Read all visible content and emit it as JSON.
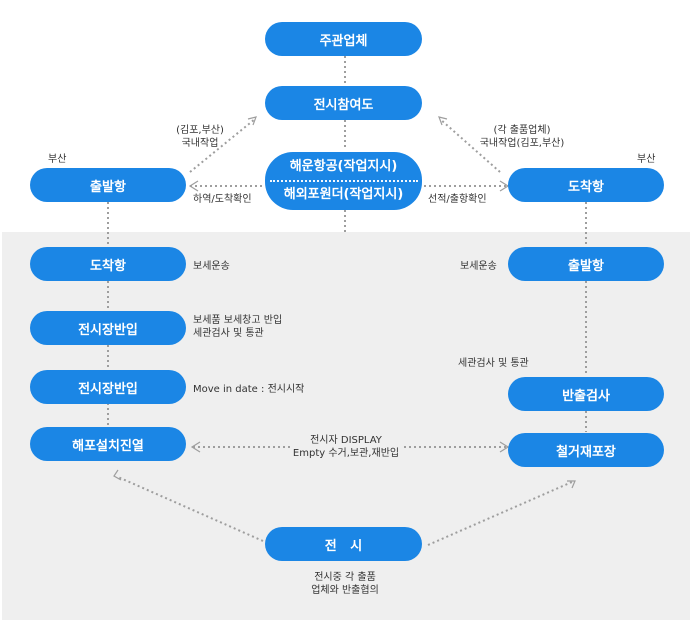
{
  "nodes": {
    "organizer": "주관업체",
    "participation": "전시참여도",
    "forwarder_line1": "해운항공(작업지시)",
    "forwarder_line2": "해외포원더(작업지시)",
    "left_departure_port": "출발항",
    "right_arrival_port": "도착항",
    "left_arrival_port": "도착항",
    "left_hall_delivery_1": "전시장반입",
    "left_hall_delivery_2": "전시장반입",
    "left_unpack_display": "해포설치진열",
    "right_departure_port": "출발항",
    "right_export_inspection": "반출검사",
    "right_dismantle_repack": "철거재포장",
    "exhibition": "전   시"
  },
  "labels": {
    "left_region": "부산",
    "right_region": "부산",
    "left_domestic_1": "(김포,부산)",
    "left_domestic_2": "국내작업",
    "right_domestic_1": "(각 출품업체)",
    "right_domestic_2": "국내작업(김포,부산)",
    "left_check": "하역/도착확인",
    "right_check": "선적/출항확인",
    "bonded_left": "보세운송",
    "bonded_right": "보세운송",
    "warehouse_1": "보세품 보세창고 반입",
    "warehouse_2": "세관검사 및 통관",
    "move_in": "Move in date : 전시시작",
    "customs_right": "세관검사 및 통관",
    "display_1": "전시자 DISPLAY",
    "display_2": "Empty 수거,보관,재반입",
    "exhibition_1": "전시중 각 출품",
    "exhibition_2": "업체와 반출협의"
  },
  "colors": {
    "node": "#1b86e5",
    "band": "#efefef",
    "connector": "#9e9e9e"
  }
}
